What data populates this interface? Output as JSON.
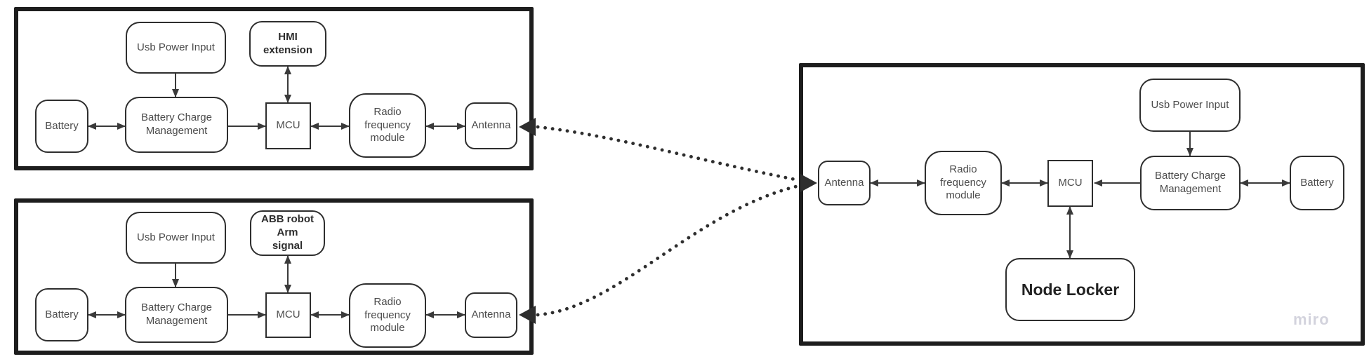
{
  "board": {
    "watermark": "miro",
    "colors": {
      "background": "#ffffff",
      "frame_border": "#1d1d1d",
      "node_border": "#2e2e2e",
      "connector": "#3a3a3a",
      "node_text": "#4c4c4c",
      "bold_text": "#2d2d2d",
      "watermark_color": "#d3d3dd"
    },
    "units": {
      "hmi_unit": {
        "nodes": {
          "usb_power": "Usb Power Input",
          "peripheral": "HMI extension",
          "battery": "Battery",
          "bcm": "Battery Charge Management",
          "mcu": "MCU",
          "rf": "Radio frequency module",
          "antenna": "Antenna"
        }
      },
      "abb_unit": {
        "nodes": {
          "usb_power": "Usb Power Input",
          "peripheral": "ABB robot Arm signal",
          "battery": "Battery",
          "bcm": "Battery Charge Management",
          "mcu": "MCU",
          "rf": "Radio frequency module",
          "antenna": "Antenna"
        }
      },
      "base_unit": {
        "nodes": {
          "usb_power": "Usb Power Input",
          "antenna": "Antenna",
          "rf": "Radio frequency module",
          "mcu": "MCU",
          "bcm": "Battery Charge Management",
          "battery": "Battery",
          "node_locker": "Node Locker"
        }
      }
    }
  }
}
